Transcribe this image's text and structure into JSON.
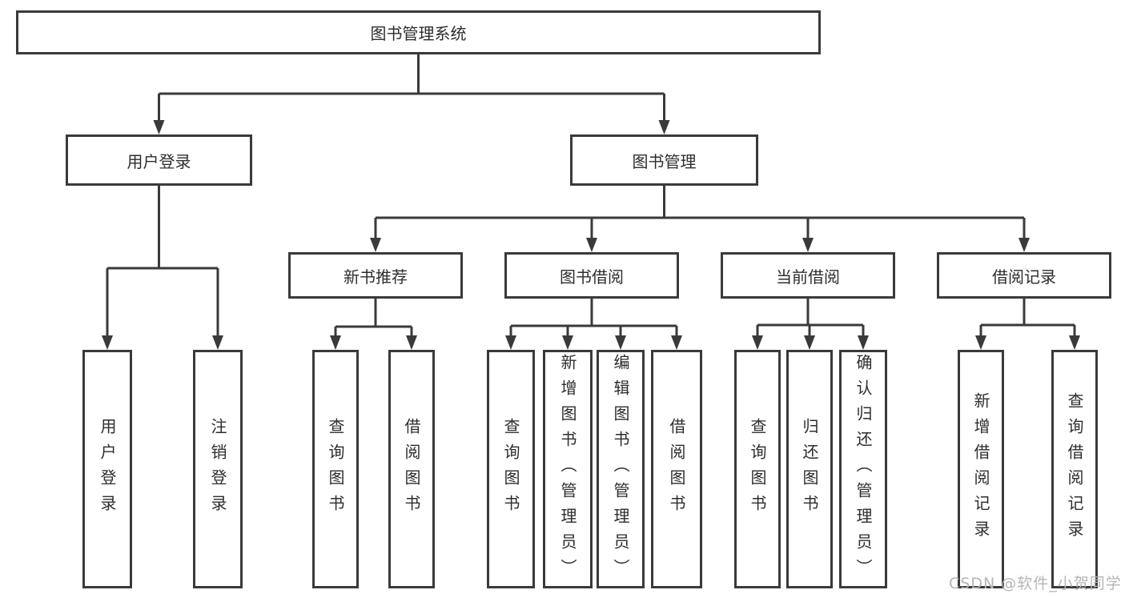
{
  "tree": {
    "label": "图书管理系统",
    "children": [
      {
        "label": "用户登录",
        "children": [
          {
            "label": "用户登录"
          },
          {
            "label": "注销登录"
          }
        ]
      },
      {
        "label": "图书管理",
        "children": [
          {
            "label": "新书推荐",
            "children": [
              {
                "label": "查询图书"
              },
              {
                "label": "借阅图书"
              }
            ]
          },
          {
            "label": "图书借阅",
            "children": [
              {
                "label": "查询图书"
              },
              {
                "label": "新增图书（管理员）"
              },
              {
                "label": "编辑图书（管理员）"
              },
              {
                "label": "借阅图书"
              }
            ]
          },
          {
            "label": "当前借阅",
            "children": [
              {
                "label": "查询图书"
              },
              {
                "label": "归还图书"
              },
              {
                "label": "确认归还（管理员）"
              }
            ]
          },
          {
            "label": "借阅记录",
            "children": [
              {
                "label": "新增借阅记录"
              },
              {
                "label": "查询借阅记录"
              }
            ]
          }
        ]
      }
    ]
  },
  "watermark": "CSDN @软件_小贺同学",
  "colors": {
    "line-color": "#3a3a3a",
    "text-color": "#2d2d2d",
    "watermark-color": "#b5b5b5",
    "bg-color": "#ffffff"
  }
}
